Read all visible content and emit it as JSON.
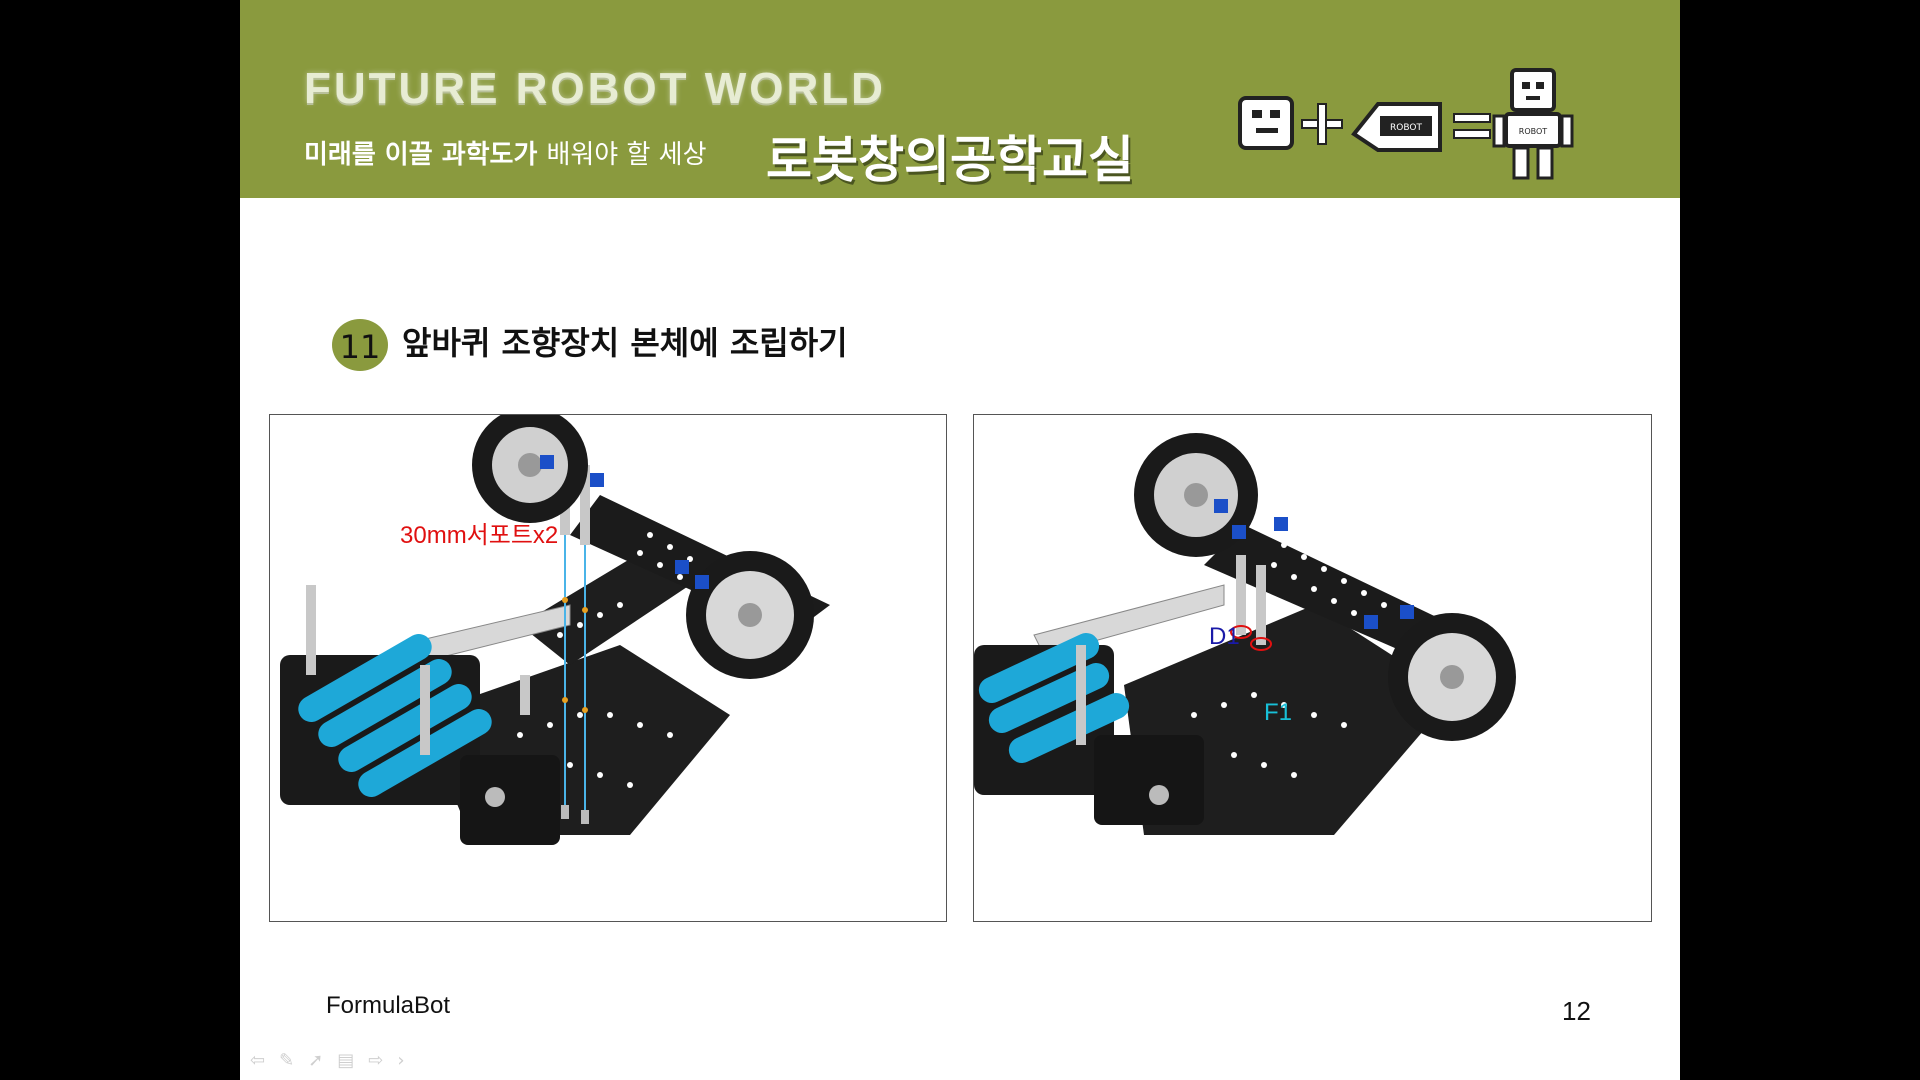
{
  "banner": {
    "title": "FUTURE ROBOT WORLD",
    "subtitle_bold": "미래를 이끌 과학도가",
    "subtitle_light": "배워야 할 세상",
    "main_title": "로봇창의공학교실",
    "logo_robot_text": "ROBOT",
    "colors": {
      "banner": "#8a9a3e",
      "text": "#ffffff"
    }
  },
  "step": {
    "number": "11",
    "title": "앞바퀴 조향장치 본체에 조립하기"
  },
  "left_panel": {
    "callout": "30mm서포트x2",
    "callout_color": "#e01010"
  },
  "right_panel": {
    "label_d1": "D1",
    "label_f1": "F1",
    "label_d1_color": "#1a1aa8",
    "label_f1_color": "#18c0d8"
  },
  "footer": {
    "left": "FormulaBot",
    "page_number": "12"
  },
  "nav_icons": [
    "arrow-left-icon",
    "pen-icon",
    "pointer-icon",
    "slides-icon",
    "arrow-right-icon",
    "chevron-right-icon"
  ]
}
